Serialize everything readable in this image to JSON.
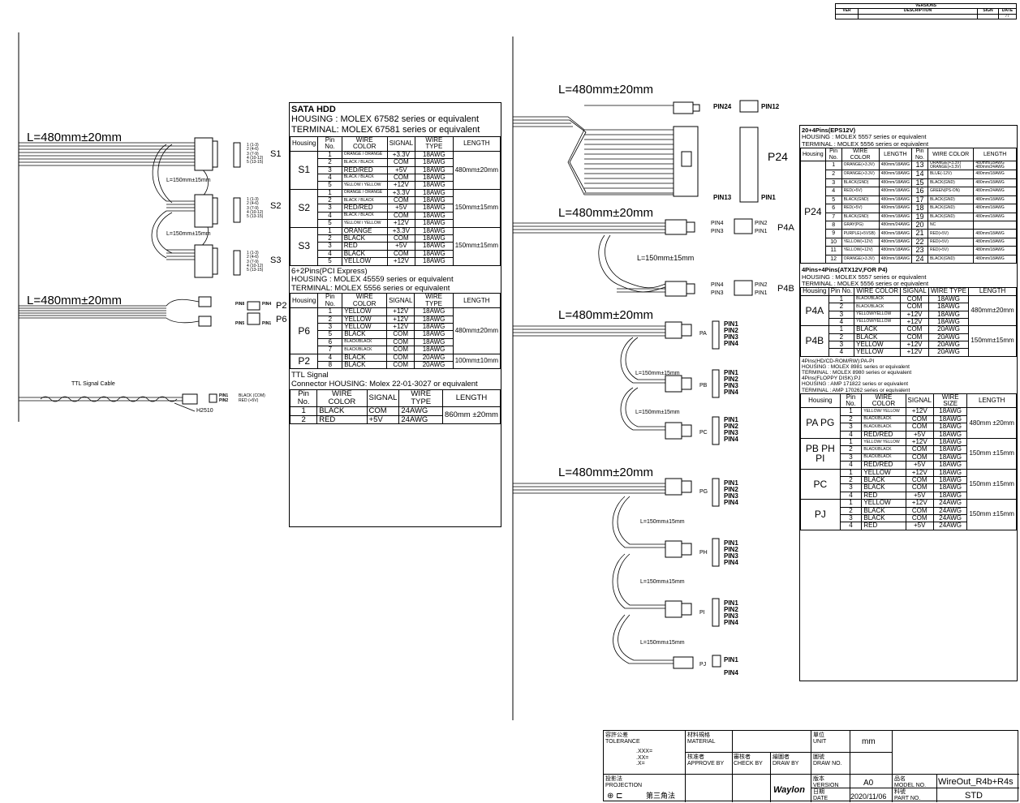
{
  "versions": {
    "title": "VERSIONS",
    "col_ver": "VER",
    "col_desc": "DESCRIPTION",
    "col_sign": "SIGN",
    "col_date": "DATE",
    "date_value": "/ /"
  },
  "left": {
    "len1": "L=480mm±20mm",
    "sub1": "L=150mm±15mm",
    "sub2": "L=150mm±15mm",
    "s1": "S1",
    "s2": "S2",
    "s3": "S3",
    "pins_small": [
      "1 (1-3)",
      "2 (4-6)",
      "3 (7-9)",
      "4 (10-12)",
      "5 (13-15)"
    ],
    "len2": "L=480mm±20mm",
    "p2": "P2",
    "p6": "P6",
    "pin8": "PIN8",
    "pin4": "PIN4",
    "pin5": "PIN5",
    "pin1": "PIN1",
    "ttl_caption": "TTL Signal Cable",
    "ttl_pin1": "PIN1",
    "ttl_pin2": "PIN2",
    "ttl_black": "BLACK (COM)",
    "ttl_red": "RED (+5V)",
    "h2510": "H2510"
  },
  "sata": {
    "title": "SATA HDD",
    "housing": "HOUSING : MOLEX 67582 series or equivalent",
    "terminal": "TERMINAL: MOLEX 67581 series  or equivalent",
    "headers": [
      "Housing",
      "Pin No.",
      "WIRE COLOR",
      "SIGNAL",
      "WIRE TYPE",
      "LENGTH"
    ],
    "groups": [
      {
        "housing": "S1",
        "length": "480mm±20mm",
        "rows": [
          [
            "1",
            "ORANGE / ORANGE",
            "+3.3V",
            "18AWG"
          ],
          [
            "2",
            "BLACK / BLACK",
            "COM",
            "18AWG"
          ],
          [
            "3",
            "RED/RED",
            "+5V",
            "18AWG"
          ],
          [
            "4",
            "BLACK / BLACK",
            "COM",
            "18AWG"
          ],
          [
            "5",
            "YELLOW / YELLOW",
            "+12V",
            "18AWG"
          ]
        ]
      },
      {
        "housing": "S2",
        "length": "150mm±15mm",
        "rows": [
          [
            "1",
            "ORANGE / ORANGE",
            "+3.3V",
            "18AWG"
          ],
          [
            "2",
            "BLACK / BLACK",
            "COM",
            "18AWG"
          ],
          [
            "3",
            "RED/RED",
            "+5V",
            "18AWG"
          ],
          [
            "4",
            "BLACK / BLACK",
            "COM",
            "18AWG"
          ],
          [
            "5",
            "YELLOW / YELLOW",
            "+12V",
            "18AWG"
          ]
        ]
      },
      {
        "housing": "S3",
        "length": "150mm±15mm",
        "rows": [
          [
            "1",
            "ORANGE",
            "+3.3V",
            "18AWG"
          ],
          [
            "2",
            "BLACK",
            "COM",
            "18AWG"
          ],
          [
            "3",
            "RED",
            "+5V",
            "18AWG"
          ],
          [
            "4",
            "BLACK",
            "COM",
            "18AWG"
          ],
          [
            "5",
            "YELLOW",
            "+12V",
            "18AWG"
          ]
        ]
      }
    ]
  },
  "pcie": {
    "title": "6+2Pins(PCI Express)",
    "housing": "HOUSING : MOLEX 45559 series or equivalent",
    "terminal": "TERMINAL: MOLEX 5556 series  or equivalent",
    "headers": [
      "Housing",
      "Pin No.",
      "WIRE COLOR",
      "SIGNAL",
      "WIRE TYPE",
      "LENGTH"
    ],
    "groups": [
      {
        "housing": "P6",
        "length": "480mm±20mm",
        "rows": [
          [
            "1",
            "YELLOW",
            "+12V",
            "18AWG"
          ],
          [
            "2",
            "YELLOW",
            "+12V",
            "18AWG"
          ],
          [
            "3",
            "YELLOW",
            "+12V",
            "18AWG"
          ],
          [
            "5",
            "BLACK",
            "COM",
            "18AWG"
          ],
          [
            "6",
            "BLACK/BLACK",
            "COM",
            "18AWG"
          ],
          [
            "7",
            "BLACK/BLACK",
            "COM",
            "18AWG"
          ]
        ]
      },
      {
        "housing": "P2",
        "length": "100mm±10mm",
        "rows": [
          [
            "4",
            "BLACK",
            "COM",
            "20AWG"
          ],
          [
            "8",
            "BLACK",
            "COM",
            "20AWG"
          ]
        ]
      }
    ]
  },
  "ttl": {
    "title": "TTL Signal",
    "housing": "Connector HOUSING: Molex 22-01-3027 or equivalent",
    "headers": [
      "Pin No.",
      "WIRE COLOR",
      "SIGNAL",
      "WIRE TYPE",
      "LENGTH"
    ],
    "rows": [
      [
        "1",
        "BLACK",
        "COM",
        "24AWG"
      ],
      [
        "2",
        "RED",
        "+5V",
        "24AWG"
      ]
    ],
    "length": "860mm ±20mm"
  },
  "middle": {
    "len_a": "L=480mm±20mm",
    "pin24": "PIN24",
    "pin12": "PIN12",
    "pin13": "PIN13",
    "pin1": "PIN1",
    "p24": "P24",
    "len_b": "L=480mm±20mm",
    "pin4": "PIN4",
    "pin3": "PIN3",
    "pin2": "PIN2",
    "p4a": "P4A",
    "p4b": "P4B",
    "len_b2": "L=150mm±15mm",
    "len_c": "L=480mm±20mm",
    "pa": "PA",
    "pb": "PB",
    "pc": "PC",
    "len_c1": "L=150mm±15mm",
    "len_c2": "L=150mm±15mm",
    "pins4": [
      "PIN1",
      "PIN2",
      "PIN3",
      "PIN4"
    ],
    "len_d": "L=480mm±20mm",
    "pg": "PG",
    "ph": "PH",
    "pi": "PI",
    "pj": "PJ",
    "len_d1": "L=150mm±15mm",
    "len_d2": "L=150mm±15mm",
    "len_d3": "L=150mm±15mm",
    "pj_pin1": "PIN1",
    "pj_pin4": "PIN4"
  },
  "eps": {
    "title": "20+4Pins(EPS12V)",
    "housing": "HOUSING : MOLEX 5557 series or equivalent",
    "terminal": "TERMINAL : MOLEX 5556  series or equivalent",
    "headers": [
      "Housing",
      "Pin No.",
      "WIRE COLOR",
      "LENGTH",
      "Pin No.",
      "WIRE COLOR",
      "LENGTH"
    ],
    "housing_label": "P24",
    "rows": [
      [
        "1",
        "ORANGE(+3.3V)",
        "480mm/18AWG",
        "13",
        "ORANGE(+3.3V) ORANGE(+3.3V)",
        "480mm/18AWG 480mm/24AWG"
      ],
      [
        "2",
        "ORANGE(+3.3V)",
        "480mm/18AWG",
        "14",
        "BLUE(-12V)",
        "480mm/18AWG"
      ],
      [
        "3",
        "BLACK(GND)",
        "480mm/18AWG",
        "15",
        "BLACK(GND)",
        "480mm/18AWG"
      ],
      [
        "4",
        "RED(+5V)",
        "480mm/18AWG",
        "16",
        "GREEN(PS-ON)",
        "480mm/24AWG"
      ],
      [
        "5",
        "BLACK(GND)",
        "480mm/18AWG",
        "17",
        "BLACK(GND)",
        "480mm/18AWG"
      ],
      [
        "6",
        "RED(+5V)",
        "480mm/18AWG",
        "18",
        "BLACK(GND)",
        "480mm/18AWG"
      ],
      [
        "7",
        "BLACK(GND)",
        "480mm/18AWG",
        "19",
        "BLACK(GND)",
        "480mm/18AWG"
      ],
      [
        "8",
        "GRAY(PG)",
        "480mm/24AWG",
        "20",
        "NC",
        ""
      ],
      [
        "9",
        "PURPLE(+5VSB)",
        "480mm/18AWG",
        "21",
        "RED(+5V)",
        "480mm/18AWG"
      ],
      [
        "10",
        "YELLOW(+12V)",
        "480mm/18AWG",
        "22",
        "RED(+5V)",
        "480mm/18AWG"
      ],
      [
        "11",
        "YELLOW(+12V)",
        "480mm/18AWG",
        "23",
        "RED(+5V)",
        "480mm/18AWG"
      ],
      [
        "12",
        "ORANGE(+3.3V)",
        "480mm/18AWG",
        "24",
        "BLACK(GND)",
        "480mm/18AWG"
      ]
    ]
  },
  "atx": {
    "title": "4Pins+4Pins(ATX12V,FOR P4)",
    "housing": "HOUSING : MOLEX 5557 series or equivalent",
    "terminal": "TERMINAL : MOLEX 5556 series or equivalent",
    "headers": [
      "Housing",
      "Pin No.",
      "WIRE COLOR",
      "SIGNAL",
      "WIRE TYPE",
      "LENGTH"
    ],
    "groups": [
      {
        "housing": "P4A",
        "length": "480mm±20mm",
        "rows": [
          [
            "1",
            "BLACK/BLACK",
            "COM",
            "18AWG"
          ],
          [
            "2",
            "BLACK/BLACK",
            "COM",
            "18AWG"
          ],
          [
            "3",
            "YELLOW/YELLOW",
            "+12V",
            "18AWG"
          ],
          [
            "4",
            "YELLOW/YELLOW",
            "+12V",
            "18AWG"
          ]
        ]
      },
      {
        "housing": "P4B",
        "length": "150mm±15mm",
        "rows": [
          [
            "1",
            "BLACK",
            "COM",
            "20AWG"
          ],
          [
            "2",
            "BLACK",
            "COM",
            "20AWG"
          ],
          [
            "3",
            "YELLOW",
            "+12V",
            "20AWG"
          ],
          [
            "4",
            "YELLOW",
            "+12V",
            "20AWG"
          ]
        ]
      }
    ]
  },
  "periph": {
    "lines": [
      "4Pins(HD/CD-ROM/RW):PA-PI",
      "HOUSING : MOLEX 8981 series or equivalent",
      "TERMINAL : MOLEX 8980 series or equivalent",
      "4Pins(FLOPPY DISK):PJ",
      "HOUSING : AMP 171822 series or equivalent",
      "TERMINAL : AMP 170262 series or equivalent"
    ],
    "headers": [
      "Housing",
      "Pin No.",
      "WIRE COLOR",
      "SIGNAL",
      "WIRE SIZE",
      "LENGTH"
    ],
    "groups": [
      {
        "housing": "PA PG",
        "length": "480mm ±20mm",
        "rows": [
          [
            "1",
            "YELLOW/ YELLOW",
            "+12V",
            "18AWG"
          ],
          [
            "2",
            "BLACK/BLACK",
            "COM",
            "18AWG"
          ],
          [
            "3",
            "BLACK/BLACK",
            "COM",
            "18AWG"
          ],
          [
            "4",
            "RED/RED",
            "+5V",
            "18AWG"
          ]
        ]
      },
      {
        "housing": "PB PH PI",
        "length": "150mm ±15mm",
        "rows": [
          [
            "1",
            "YELLOW/ YELLOW",
            "+12V",
            "18AWG"
          ],
          [
            "2",
            "BLACK/BLACK",
            "COM",
            "18AWG"
          ],
          [
            "3",
            "BLACK/BLACK",
            "COM",
            "18AWG"
          ],
          [
            "4",
            "RED/RED",
            "+5V",
            "18AWG"
          ]
        ]
      },
      {
        "housing": "PC",
        "length": "150mm ±15mm",
        "rows": [
          [
            "1",
            "YELLOW",
            "+12V",
            "18AWG"
          ],
          [
            "2",
            "BLACK",
            "COM",
            "18AWG"
          ],
          [
            "3",
            "BLACK",
            "COM",
            "18AWG"
          ],
          [
            "4",
            "RED",
            "+5V",
            "18AWG"
          ]
        ]
      },
      {
        "housing": "PJ",
        "length": "150mm ±15mm",
        "rows": [
          [
            "1",
            "YELLOW",
            "+12V",
            "24AWG"
          ],
          [
            "2",
            "BLACK",
            "COM",
            "24AWG"
          ],
          [
            "3",
            "BLACK",
            "COM",
            "24AWG"
          ],
          [
            "4",
            "RED",
            "+5V",
            "24AWG"
          ]
        ]
      }
    ]
  },
  "titleblock": {
    "tolerance_cn": "容許公差",
    "tolerance": "TOLERANCE",
    "xxx": ".XXX=",
    "xx": ".XX=",
    "x": ".X=",
    "material_cn": "材料規格",
    "material": "MATERIAL",
    "approve_cn": "核准者",
    "approve": "APPROVE BY",
    "check_cn": "審核者",
    "check": "CHECK BY",
    "draw_cn": "繪圖者",
    "draw": "DRAW BY",
    "unit_cn": "單位",
    "unit": "UNIT",
    "unit_value": "mm",
    "drawno_cn": "圖號",
    "drawno": "DRAW NO.",
    "projection_cn": "投影法",
    "projection": "PROJECTION",
    "third_angle": "第三角法",
    "waylon": "Waylon",
    "version_cn": "版本",
    "version": "VERSION",
    "version_value": "A0",
    "model_cn": "品名",
    "model": "MODEL NO.",
    "model_value": "WireOut_R4b+R4s",
    "date_cn": "日期",
    "date": "DATE",
    "date_value": "2020/11/06",
    "part_cn": "料號",
    "part": "PART NO.",
    "part_value": "STD"
  }
}
